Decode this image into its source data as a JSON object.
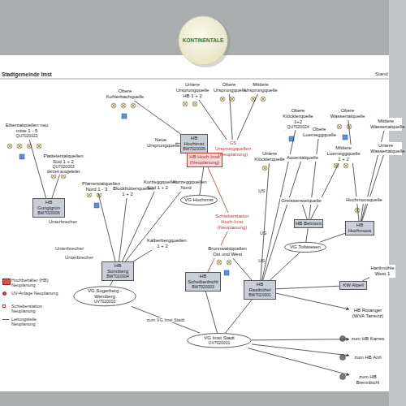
{
  "diagram": {
    "title": "Stadtgemeinde Imst",
    "nodes": [
      {
        "text": [
          "Eibentalquellen neu mitte 1 - 5",
          "QU7020022"
        ]
      },
      {
        "text": [
          "Obere Kohlerbachquelle"
        ]
      },
      {
        "text": [
          "Neue Ursprungquelle"
        ]
      },
      {
        "text": [
          "Untere Ursprungquelle HB 1 + 2"
        ]
      },
      {
        "text": [
          "Obere Ursprungquelle"
        ]
      },
      {
        "text": [
          "Mittlere Ursprungquelle"
        ]
      },
      {
        "text": [
          "HB Hochimst",
          "BW7020005"
        ]
      },
      {
        "text": [
          "GS Ursprungquellen (Neuplanung)"
        ]
      },
      {
        "text": [
          "HB Hoch-Imst (Neuplanung)"
        ]
      },
      {
        "text": [
          "VG Hochimst"
        ]
      },
      {
        "text": [
          "Schieberstation Hoch-Imst (Neuplanung)"
        ]
      },
      {
        "text": [
          "Plattelentalquellen Süd 1 + 2",
          "QU7020003",
          "derzeit ausgeleitet"
        ]
      },
      {
        "text": [
          "Pfarrerstalquellen Nord 1 - 3"
        ]
      },
      {
        "text": [
          "Blockhüttenquellen 1 + 2"
        ]
      },
      {
        "text": [
          "Kurzeggquellen Süd 1 + 2"
        ]
      },
      {
        "text": [
          "Kurzeggquellen Nord"
        ]
      },
      {
        "text": [
          "Kalberbergquellen 1 + 2"
        ]
      },
      {
        "text": [
          "HB Gunglgrün",
          "BW7020006"
        ]
      },
      {
        "text": [
          "HB Sonnberg",
          "BW7020004"
        ]
      },
      {
        "text": [
          "VG Sugerberg - Weinberg",
          "UV7020003"
        ]
      },
      {
        "text": [
          "HB Scheibenbichl",
          "BW7020003"
        ]
      },
      {
        "text": [
          "Brunnwaldquellen Ost und West"
        ]
      },
      {
        "text": [
          "HB Rastbühel",
          "BW7020001"
        ]
      },
      {
        "text": [
          "VG Imst Stadt",
          "UV7020001"
        ]
      },
      {
        "text": [
          "Untere Klöcklerquelle"
        ]
      },
      {
        "text": [
          "Accentalquelle"
        ]
      },
      {
        "text": [
          "Obere Klöcklerquelle 1+2",
          "QU7020024"
        ]
      },
      {
        "text": [
          "Obere Luemeggquelle"
        ]
      },
      {
        "text": [
          "Mittlere Luemeggquelle 1 + 2"
        ]
      },
      {
        "text": [
          "Obere Wassertalquelle"
        ]
      },
      {
        "text": [
          "Mittlere Wassertalquelle"
        ]
      },
      {
        "text": [
          "Untere Wassertalquelle"
        ]
      },
      {
        "text": [
          "Greissenstelquelle"
        ]
      },
      {
        "text": [
          "HB Belmont"
        ]
      },
      {
        "text": [
          "Hochmoosquelle"
        ]
      },
      {
        "text": [
          "HB Hochmoos"
        ]
      },
      {
        "text": [
          "VG Tollwiesen"
        ]
      },
      {
        "text": [
          "Hartlmühle West 1"
        ]
      },
      {
        "text": [
          "KW Alpeil"
        ]
      },
      {
        "text": [
          "HB Rotanger (WVA Tarrenz)"
        ]
      },
      {
        "text": [
          "zum HB Karres"
        ]
      },
      {
        "text": [
          "zum HB Arzl"
        ]
      },
      {
        "text": [
          "zum HB Brennbichl"
        ]
      }
    ],
    "edges": [
      {
        "from": 1,
        "to": 6,
        "arrow": "none"
      },
      {
        "from": 2,
        "to": 6,
        "arrow": "none"
      },
      {
        "from": 3,
        "to": 7,
        "arrow": "none"
      },
      {
        "from": 4,
        "to": 7,
        "arrow": "none"
      },
      {
        "from": 5,
        "to": 7,
        "arrow": "none"
      },
      {
        "from": 6,
        "to": 8,
        "arrow": "none"
      },
      {
        "from": 7,
        "to": 8,
        "arrow": "none"
      },
      {
        "from": 8,
        "to": 9,
        "arrow": "none"
      },
      {
        "from": 8,
        "to": 10,
        "arrow": "none"
      },
      {
        "from": 10,
        "to": 20,
        "arrow": "none"
      },
      {
        "from": 0,
        "to": 17,
        "arrow": "none"
      },
      {
        "from": 11,
        "to": 17,
        "arrow": "none"
      },
      {
        "from": 12,
        "to": 18,
        "arrow": "none"
      },
      {
        "from": 13,
        "to": 18,
        "arrow": "none"
      },
      {
        "from": 14,
        "to": 18,
        "arrow": "none"
      },
      {
        "from": 15,
        "to": 18,
        "arrow": "none"
      },
      {
        "from": 16,
        "to": 18,
        "arrow": "none"
      },
      {
        "from": 18,
        "to": 19,
        "arrow": "none"
      },
      {
        "from": 19,
        "to": 23,
        "label": "zum VG Imst Stadt",
        "arrow": "none"
      },
      {
        "from": 21,
        "to": 22,
        "arrow": "none"
      },
      {
        "from": 20,
        "to": 23,
        "arrow": "none"
      },
      {
        "from": 22,
        "to": 23,
        "arrow": "none"
      },
      {
        "from": 24,
        "to": 22,
        "arrow": "none"
      },
      {
        "from": 25,
        "to": 22,
        "arrow": "none"
      },
      {
        "from": 26,
        "to": 22,
        "arrow": "none"
      },
      {
        "from": 27,
        "to": 33,
        "arrow": "none"
      },
      {
        "from": 28,
        "to": 33,
        "arrow": "none"
      },
      {
        "from": 29,
        "to": 35,
        "arrow": "none"
      },
      {
        "from": 30,
        "to": 35,
        "arrow": "none"
      },
      {
        "from": 31,
        "to": 35,
        "arrow": "none"
      },
      {
        "from": 32,
        "to": 33,
        "arrow": "none"
      },
      {
        "from": 34,
        "to": 35,
        "arrow": "none"
      },
      {
        "from": 33,
        "to": 36,
        "arrow": "none"
      },
      {
        "from": 35,
        "to": 36,
        "arrow": "none"
      },
      {
        "from": 36,
        "to": 22,
        "arrow": "none"
      },
      {
        "from": 37,
        "to": 38,
        "arrow": "none"
      },
      {
        "from": 38,
        "to": 22,
        "arrow": "none"
      },
      {
        "from": 22,
        "to": 39,
        "arrow": "to"
      },
      {
        "from": 23,
        "to": 40,
        "arrow": "to"
      },
      {
        "from": 23,
        "to": 41,
        "arrow": "to"
      },
      {
        "from": 23,
        "to": 42,
        "arrow": "to"
      }
    ],
    "labels": [
      "Stand",
      "KONTINENTALE",
      "Unterbrecher",
      "Unterbrecher",
      "Unterbrecher",
      "US",
      "US",
      "US"
    ],
    "legend": [
      {
        "text": "Hochbehälter (HB) Neuplanung",
        "color": "#d9534f"
      },
      {
        "text": "UV-Anlage Neuplanung"
      },
      {
        "text": "Schieberstation Neuplanung"
      },
      {
        "text": "Leitungsteile Neuplanung"
      }
    ]
  }
}
